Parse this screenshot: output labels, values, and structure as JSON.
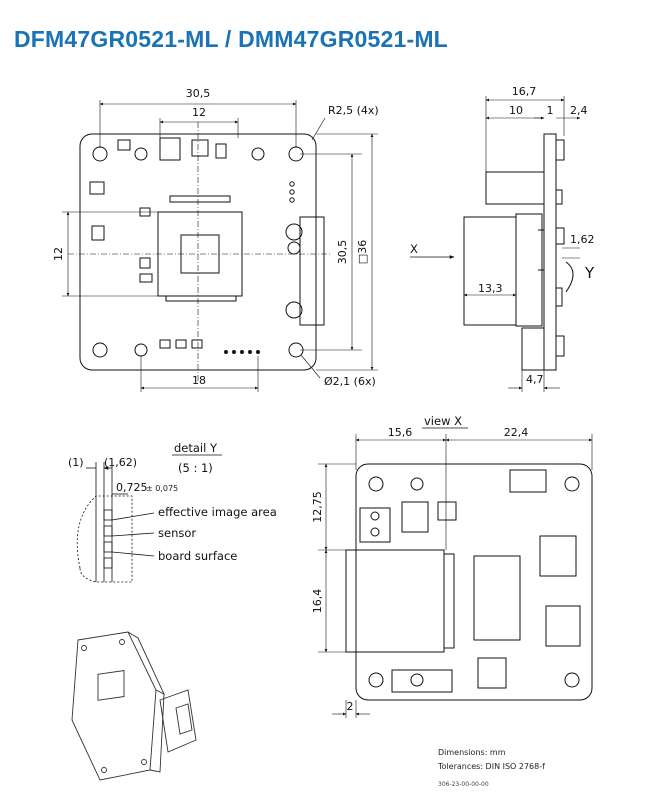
{
  "title": "DFM47GR0521-ML / DMM47GR0521-ML",
  "front_view": {
    "width": "30,5",
    "inner_width": "12",
    "radius": "R2,5 (4x)",
    "height_left": "12",
    "height_inner": "30,5",
    "height_outer": "□36",
    "bottom_width": "18",
    "hole": "Ø2,1 (6x)"
  },
  "side_view": {
    "total": "16,7",
    "w10": "10",
    "w1": "1",
    "w24": "2,4",
    "h162": "1,62",
    "h133": "13,3",
    "w47": "4,7",
    "x_label": "X",
    "y_label": "Y"
  },
  "detail": {
    "title": "detail Y",
    "scale": "(5 : 1)",
    "d1": "(1)",
    "d162": "(1,62)",
    "d0725": "0,725",
    "tol": "± 0,075",
    "label_area": "effective image area",
    "label_sensor": "sensor",
    "label_board": "board surface"
  },
  "back_view": {
    "title": "view X",
    "w156": "15,6",
    "w224": "22,4",
    "h1275": "12,75",
    "h164": "16,4",
    "w2": "2"
  },
  "notes": {
    "dimensions": "Dimensions: mm",
    "tolerances": "Tolerances: DIN ISO 2768-f",
    "code": "306-23-00-00-00"
  }
}
